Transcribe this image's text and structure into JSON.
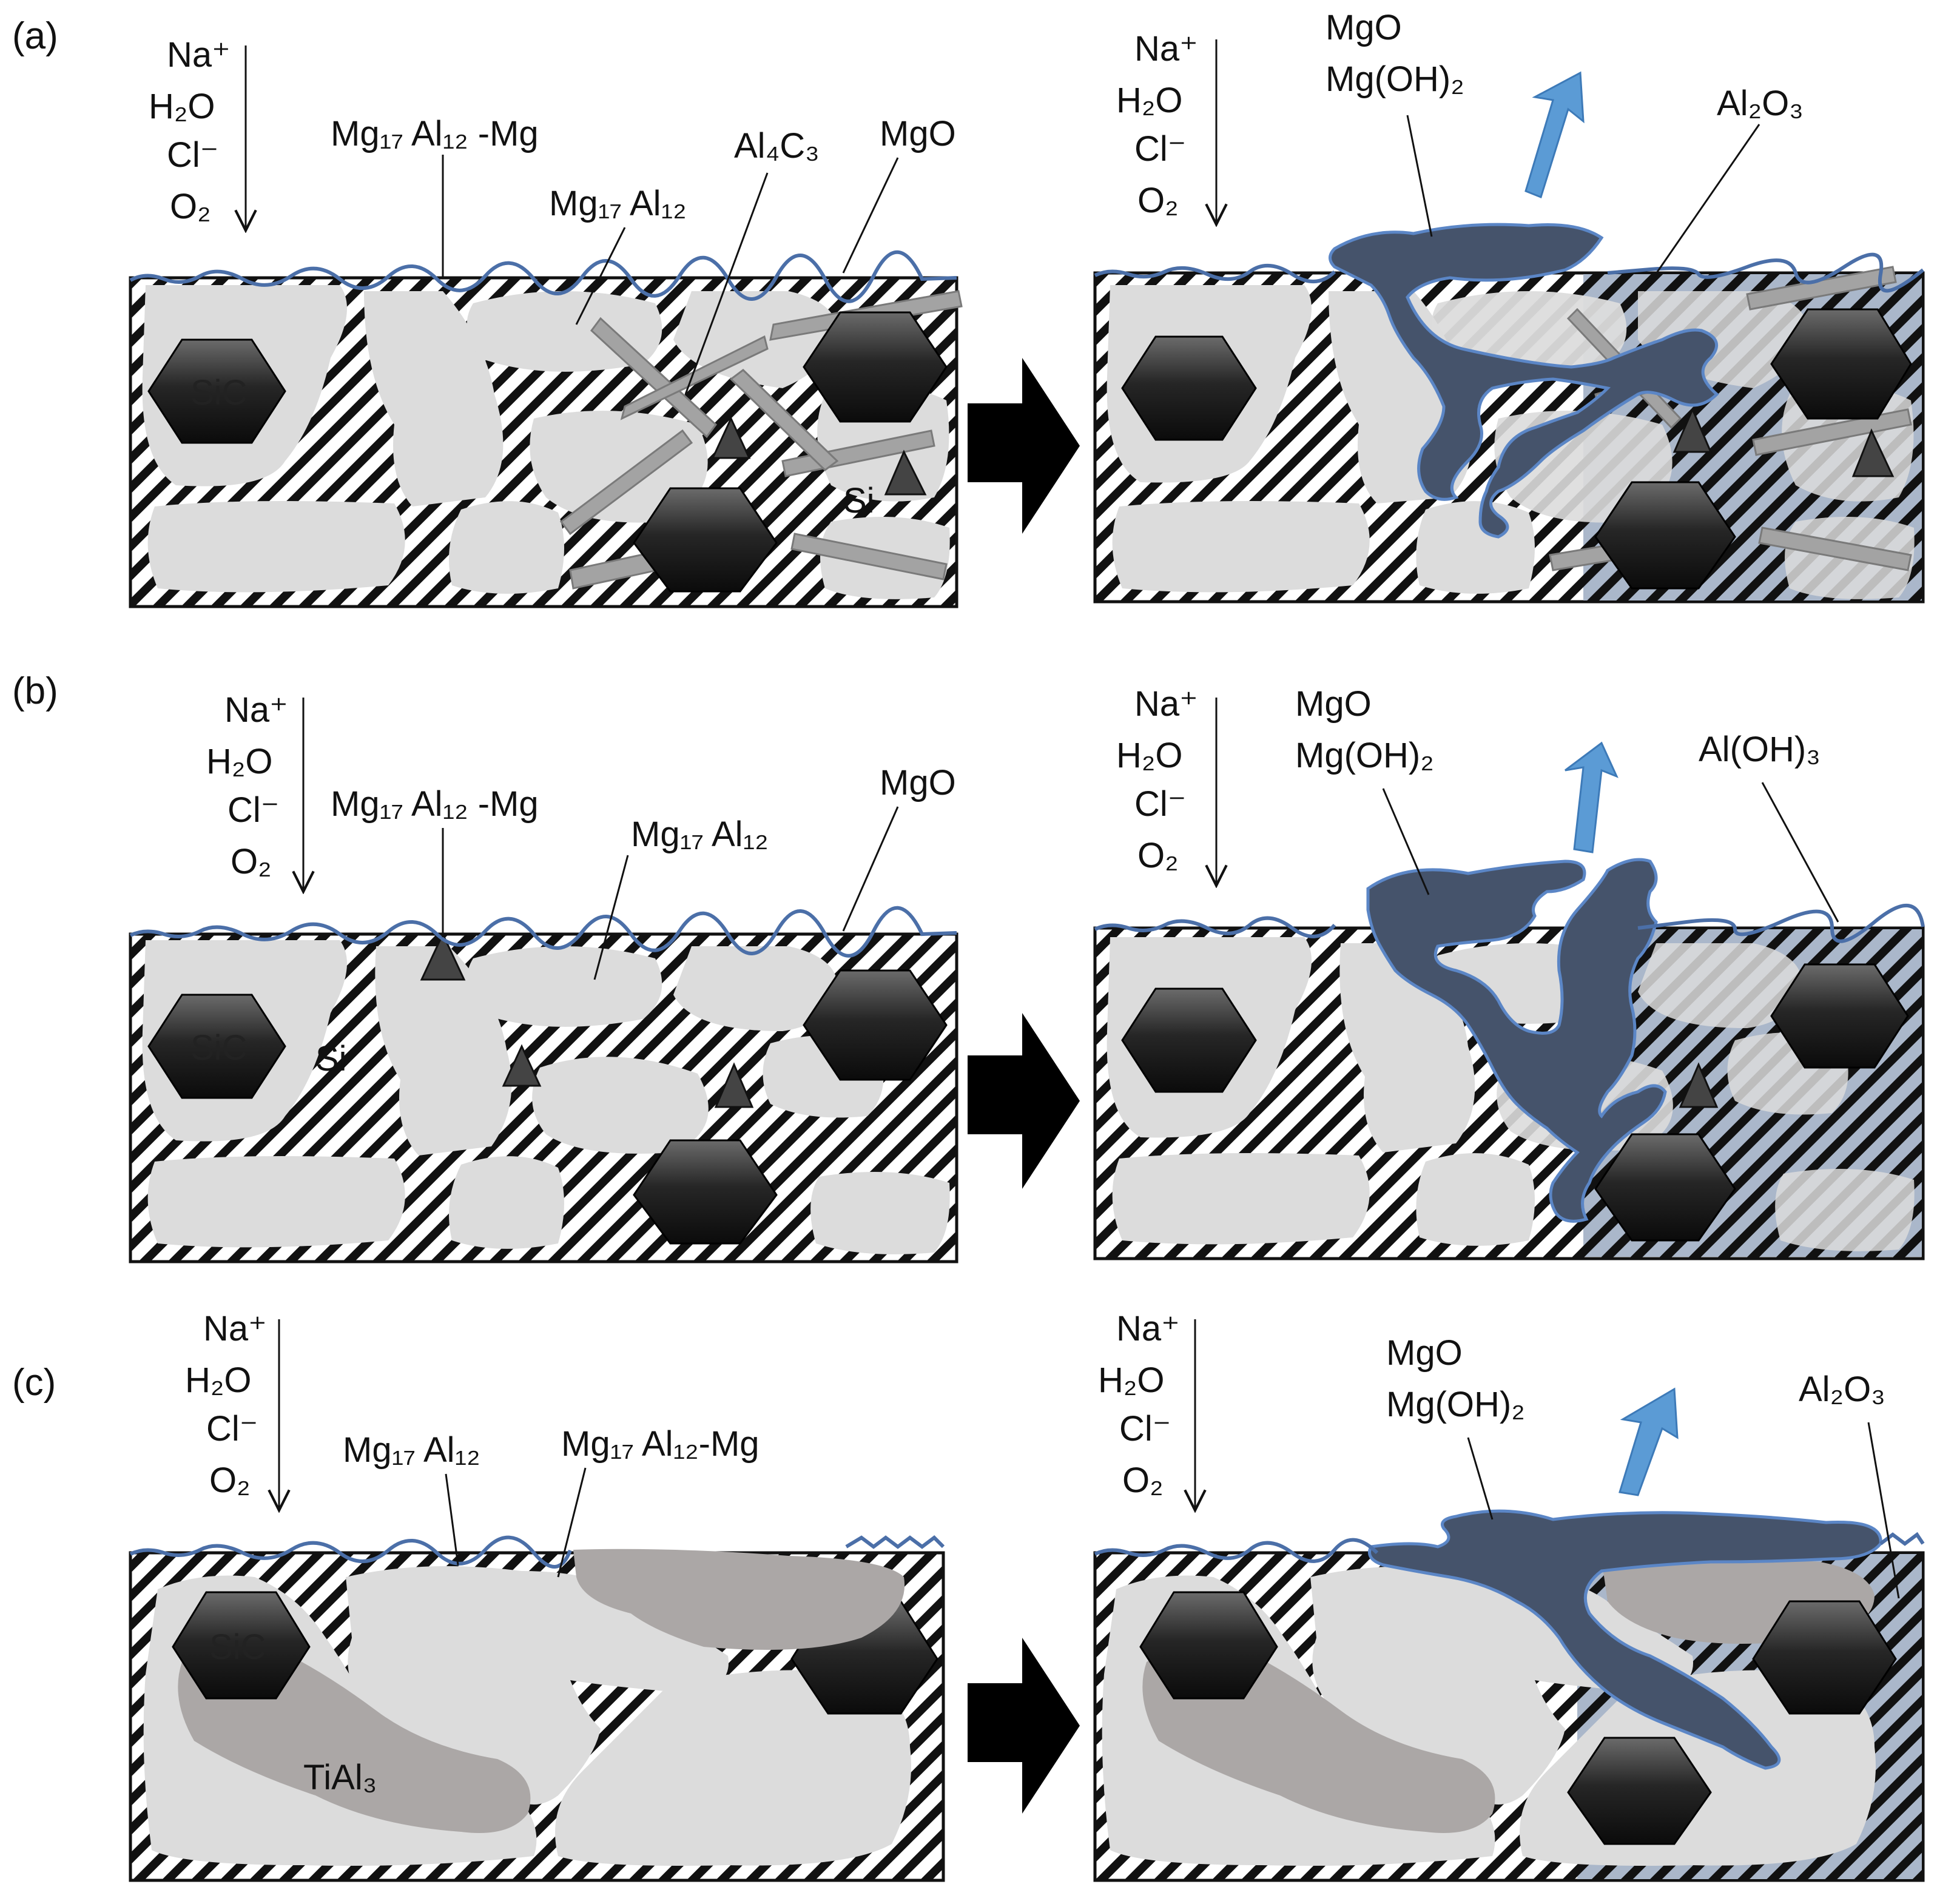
{
  "panels": [
    {
      "id": "a",
      "letter": "(a)",
      "environment": [
        "Na⁺",
        "H₂O",
        "Cl⁻",
        "O₂"
      ],
      "before": {
        "phases": {
          "sic": "SiC",
          "si": "Si",
          "mg17al12_mg": "Mg₁₇ Al₁₂ -Mg",
          "mg17al12": "Mg₁₇ Al₁₂",
          "al4c3": "Al₄C₃",
          "mgo": "MgO"
        }
      },
      "after": {
        "products": [
          "MgO",
          "Mg(OH)₂"
        ],
        "product2": "Al₂O₃"
      }
    },
    {
      "id": "b",
      "letter": "(b)",
      "environment": [
        "Na⁺",
        "H₂O",
        "Cl⁻",
        "O₂"
      ],
      "before": {
        "phases": {
          "sic": "SiC",
          "si": "Si",
          "mg17al12_mg": "Mg₁₇ Al₁₂ -Mg",
          "mg17al12": "Mg₁₇ Al₁₂",
          "mgo": "MgO"
        }
      },
      "after": {
        "products": [
          "MgO",
          "Mg(OH)₂"
        ],
        "product2": "Al(OH)₃"
      }
    },
    {
      "id": "c",
      "letter": "(c)",
      "environment": [
        "Na⁺",
        "H₂O",
        "Cl⁻",
        "O₂"
      ],
      "before": {
        "phases": {
          "sic": "SiC",
          "tial3": "TiAl₃",
          "mg17al12": "Mg₁₇ Al₁₂",
          "mg17al12_mg": "Mg₁₇ Al₁₂-Mg"
        }
      },
      "after": {
        "products": [
          "MgO",
          "Mg(OH)₂"
        ],
        "product2": "Al₂O₃"
      }
    }
  ],
  "colors": {
    "grain": "#dcdcdc",
    "hatch": "#111111",
    "corrosion": "#45536b",
    "corrosion_edge": "#5b86c6",
    "blue_arrow": "#5b9bd5",
    "al4c3_rod": "#a3a3a3",
    "tial3": "#aba7a6",
    "hexagon": "#1a1a1a",
    "corroded_zone": "#aab7ca"
  }
}
